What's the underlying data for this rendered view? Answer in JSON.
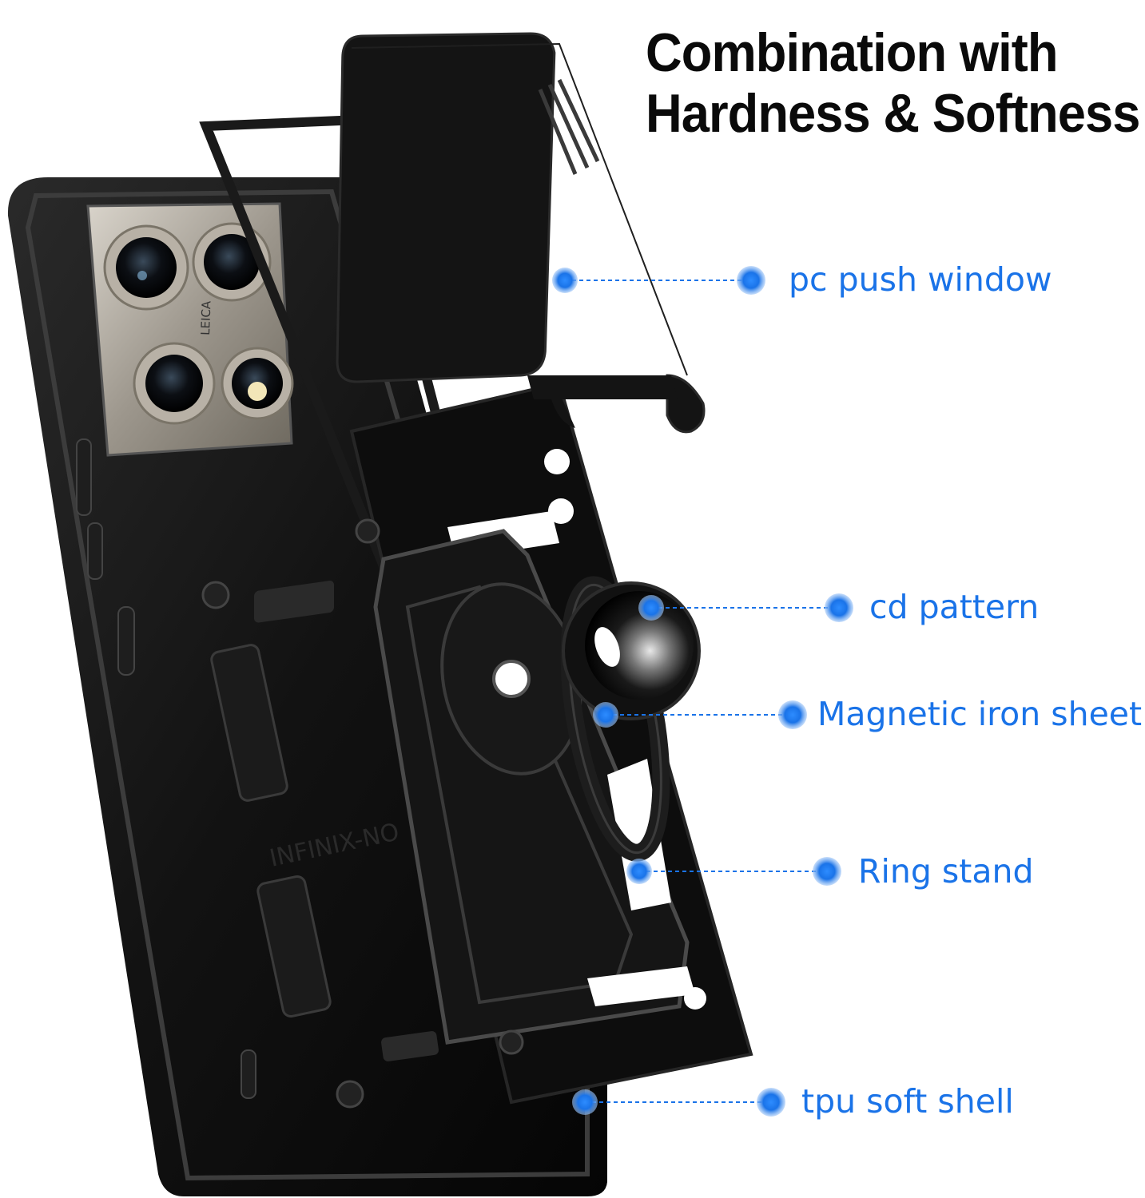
{
  "headline": {
    "line1": "Combination with",
    "line2": "Hardness & Softness"
  },
  "phone_imprint": {
    "brand_text": "INFINIX-NO",
    "camera_text": "LEICA"
  },
  "accent_color": "#1a73e8",
  "callouts": [
    {
      "id": "pc-push-window",
      "label": "pc push window"
    },
    {
      "id": "cd-pattern",
      "label": "cd pattern"
    },
    {
      "id": "magnetic-iron-sheet",
      "label": "Magnetic iron sheet"
    },
    {
      "id": "ring-stand",
      "label": "Ring stand"
    },
    {
      "id": "tpu-soft-shell",
      "label": "tpu soft shell"
    }
  ]
}
